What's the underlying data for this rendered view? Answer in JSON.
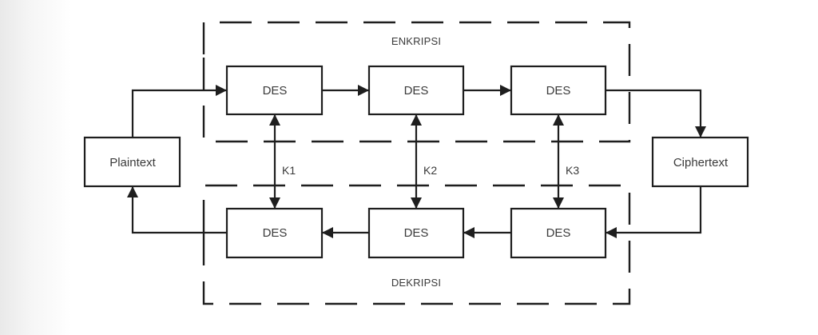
{
  "diagram": {
    "title": "Triple DES (3DES) encryption and decryption",
    "sections": {
      "encryption": {
        "label": "ENKRIPSI"
      },
      "decryption": {
        "label": "DEKRIPSI"
      }
    },
    "nodes": {
      "plaintext": {
        "label": "Plaintext"
      },
      "ciphertext": {
        "label": "Ciphertext"
      },
      "enc": [
        {
          "label": "DES"
        },
        {
          "label": "DES"
        },
        {
          "label": "DES"
        }
      ],
      "dec": [
        {
          "label": "DES"
        },
        {
          "label": "DES"
        },
        {
          "label": "DES"
        }
      ]
    },
    "keys": [
      {
        "label": "K1"
      },
      {
        "label": "K2"
      },
      {
        "label": "K3"
      }
    ],
    "edges": [
      {
        "from": "Plaintext",
        "to": "ENKRIPSI DES 1"
      },
      {
        "from": "ENKRIPSI DES 1",
        "to": "ENKRIPSI DES 2"
      },
      {
        "from": "ENKRIPSI DES 2",
        "to": "ENKRIPSI DES 3"
      },
      {
        "from": "ENKRIPSI DES 3",
        "to": "Ciphertext"
      },
      {
        "from": "Ciphertext",
        "to": "DEKRIPSI DES 3"
      },
      {
        "from": "DEKRIPSI DES 3",
        "to": "DEKRIPSI DES 2"
      },
      {
        "from": "DEKRIPSI DES 2",
        "to": "DEKRIPSI DES 1"
      },
      {
        "from": "DEKRIPSI DES 1",
        "to": "Plaintext"
      },
      {
        "key": "K1",
        "connects": [
          "ENKRIPSI DES 1",
          "DEKRIPSI DES 1"
        ],
        "bidirectional": true
      },
      {
        "key": "K2",
        "connects": [
          "ENKRIPSI DES 2",
          "DEKRIPSI DES 2"
        ],
        "bidirectional": true
      },
      {
        "key": "K3",
        "connects": [
          "ENKRIPSI DES 3",
          "DEKRIPSI DES 3"
        ],
        "bidirectional": true
      }
    ]
  }
}
